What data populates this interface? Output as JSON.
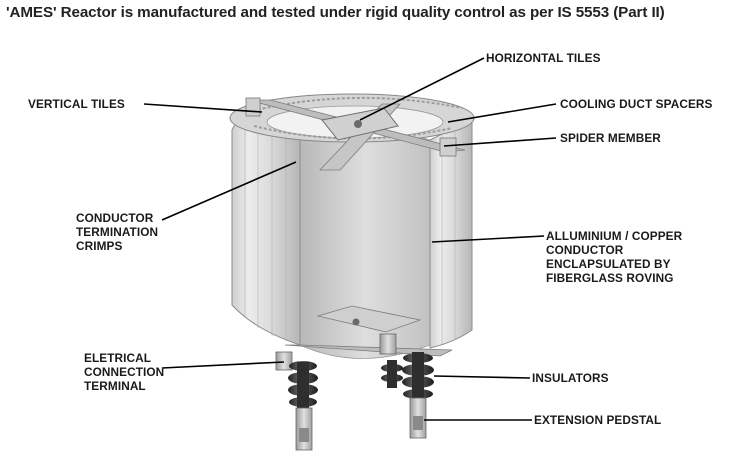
{
  "title": "'AMES' Reactor is manufactured and tested under rigid quality control as per IS 5553 (Part II)",
  "labels": {
    "horizontal_tiles": "HORIZONTAL TILES",
    "vertical_tiles": "VERTICAL TILES",
    "cooling_duct_spacers": "COOLING DUCT SPACERS",
    "spider_member": "SPIDER MEMBER",
    "conductor_termination_crimps": "CONDUCTOR\nTERMINATION\nCRIMPS",
    "conductor": "ALLUMINIUM / COPPER\nCONDUCTOR\nENCLAPSULATED BY\nFIBERGLASS ROVING",
    "electrical_connection_terminal": "ELETRICAL\nCONNECTION\nTERMINAL",
    "insulators": "INSULATORS",
    "extension_pedestal": "EXTENSION PEDSTAL"
  },
  "colors": {
    "text": "#1a1a1a",
    "coil_light": "#e4e4e4",
    "coil_mid": "#c8c8c8",
    "coil_dark": "#8e8e8e",
    "insulator": "#3a3a3a",
    "leader": "#000000"
  }
}
